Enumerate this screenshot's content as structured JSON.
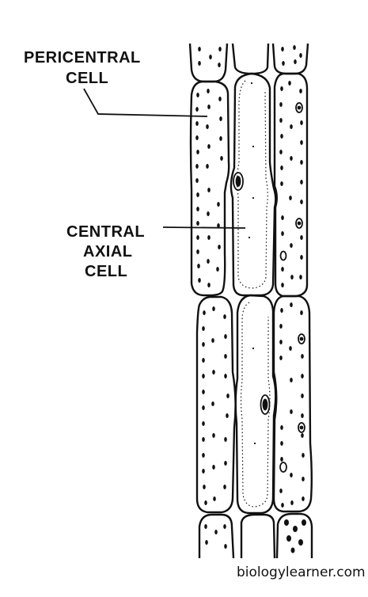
{
  "labels": {
    "pericentral_line1": "PERICENTRAL",
    "pericentral_line2": "CELL",
    "central_line1": "CENTRAL",
    "central_line2": "AXIAL",
    "central_line3": "CELL"
  },
  "watermark": "biologylearner.com",
  "colors": {
    "ink": "#111111",
    "background": "#ffffff"
  }
}
